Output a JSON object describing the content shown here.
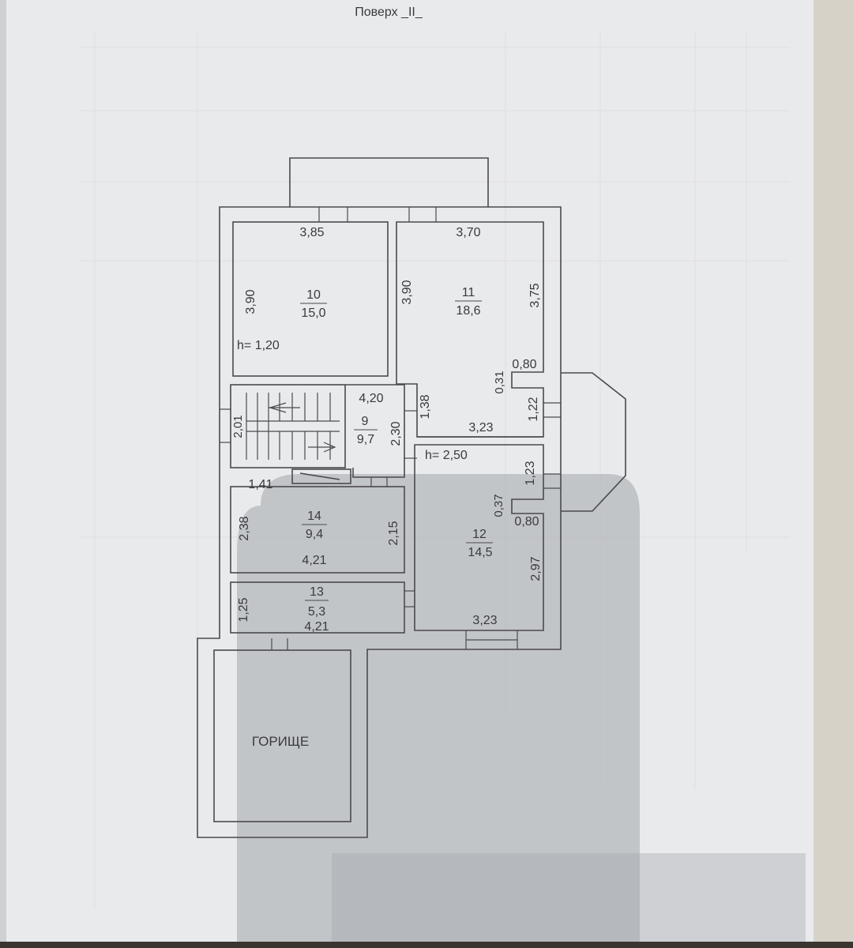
{
  "header": {
    "floor_title": "Поверх _II_"
  },
  "colors": {
    "paper": "#e9eaec",
    "desk": "#2a2623",
    "line": "#4a4a4e",
    "text": "#3a3a3c",
    "shadow": "#9d9fa6"
  },
  "rooms": {
    "r10": {
      "num": "10",
      "area": "15,0",
      "width": "3,85",
      "height": "3,90",
      "ceiling": "h= 1,20"
    },
    "r11": {
      "num": "11",
      "area": "18,6",
      "width": "3,70",
      "height_left": "3,90",
      "height_right": "3,75",
      "niche_depth": "0,31",
      "niche_width": "0,80",
      "bottom_width": "3,23",
      "right_segment": "1,22",
      "inner_segment": "1,38"
    },
    "r9": {
      "num": "9",
      "area": "9,7",
      "width": "4,20",
      "stair_depth": "2,01",
      "height": "2,30",
      "ceiling": "h= 2,50"
    },
    "r14": {
      "num": "14",
      "area": "9,4",
      "top_width": "1,41",
      "left_height": "2,38",
      "right_height": "2,15",
      "bottom_width": "4,21"
    },
    "r13": {
      "num": "13",
      "area": "5,3",
      "height": "1,25",
      "width": "4,21"
    },
    "r12": {
      "num": "12",
      "area": "14,5",
      "right_segment": "1,23",
      "niche_depth": "0,37",
      "niche_width": "0,80",
      "right_height": "2,97",
      "bottom_width": "3,23"
    },
    "attic": {
      "label": "ГОРИЩЕ"
    }
  }
}
